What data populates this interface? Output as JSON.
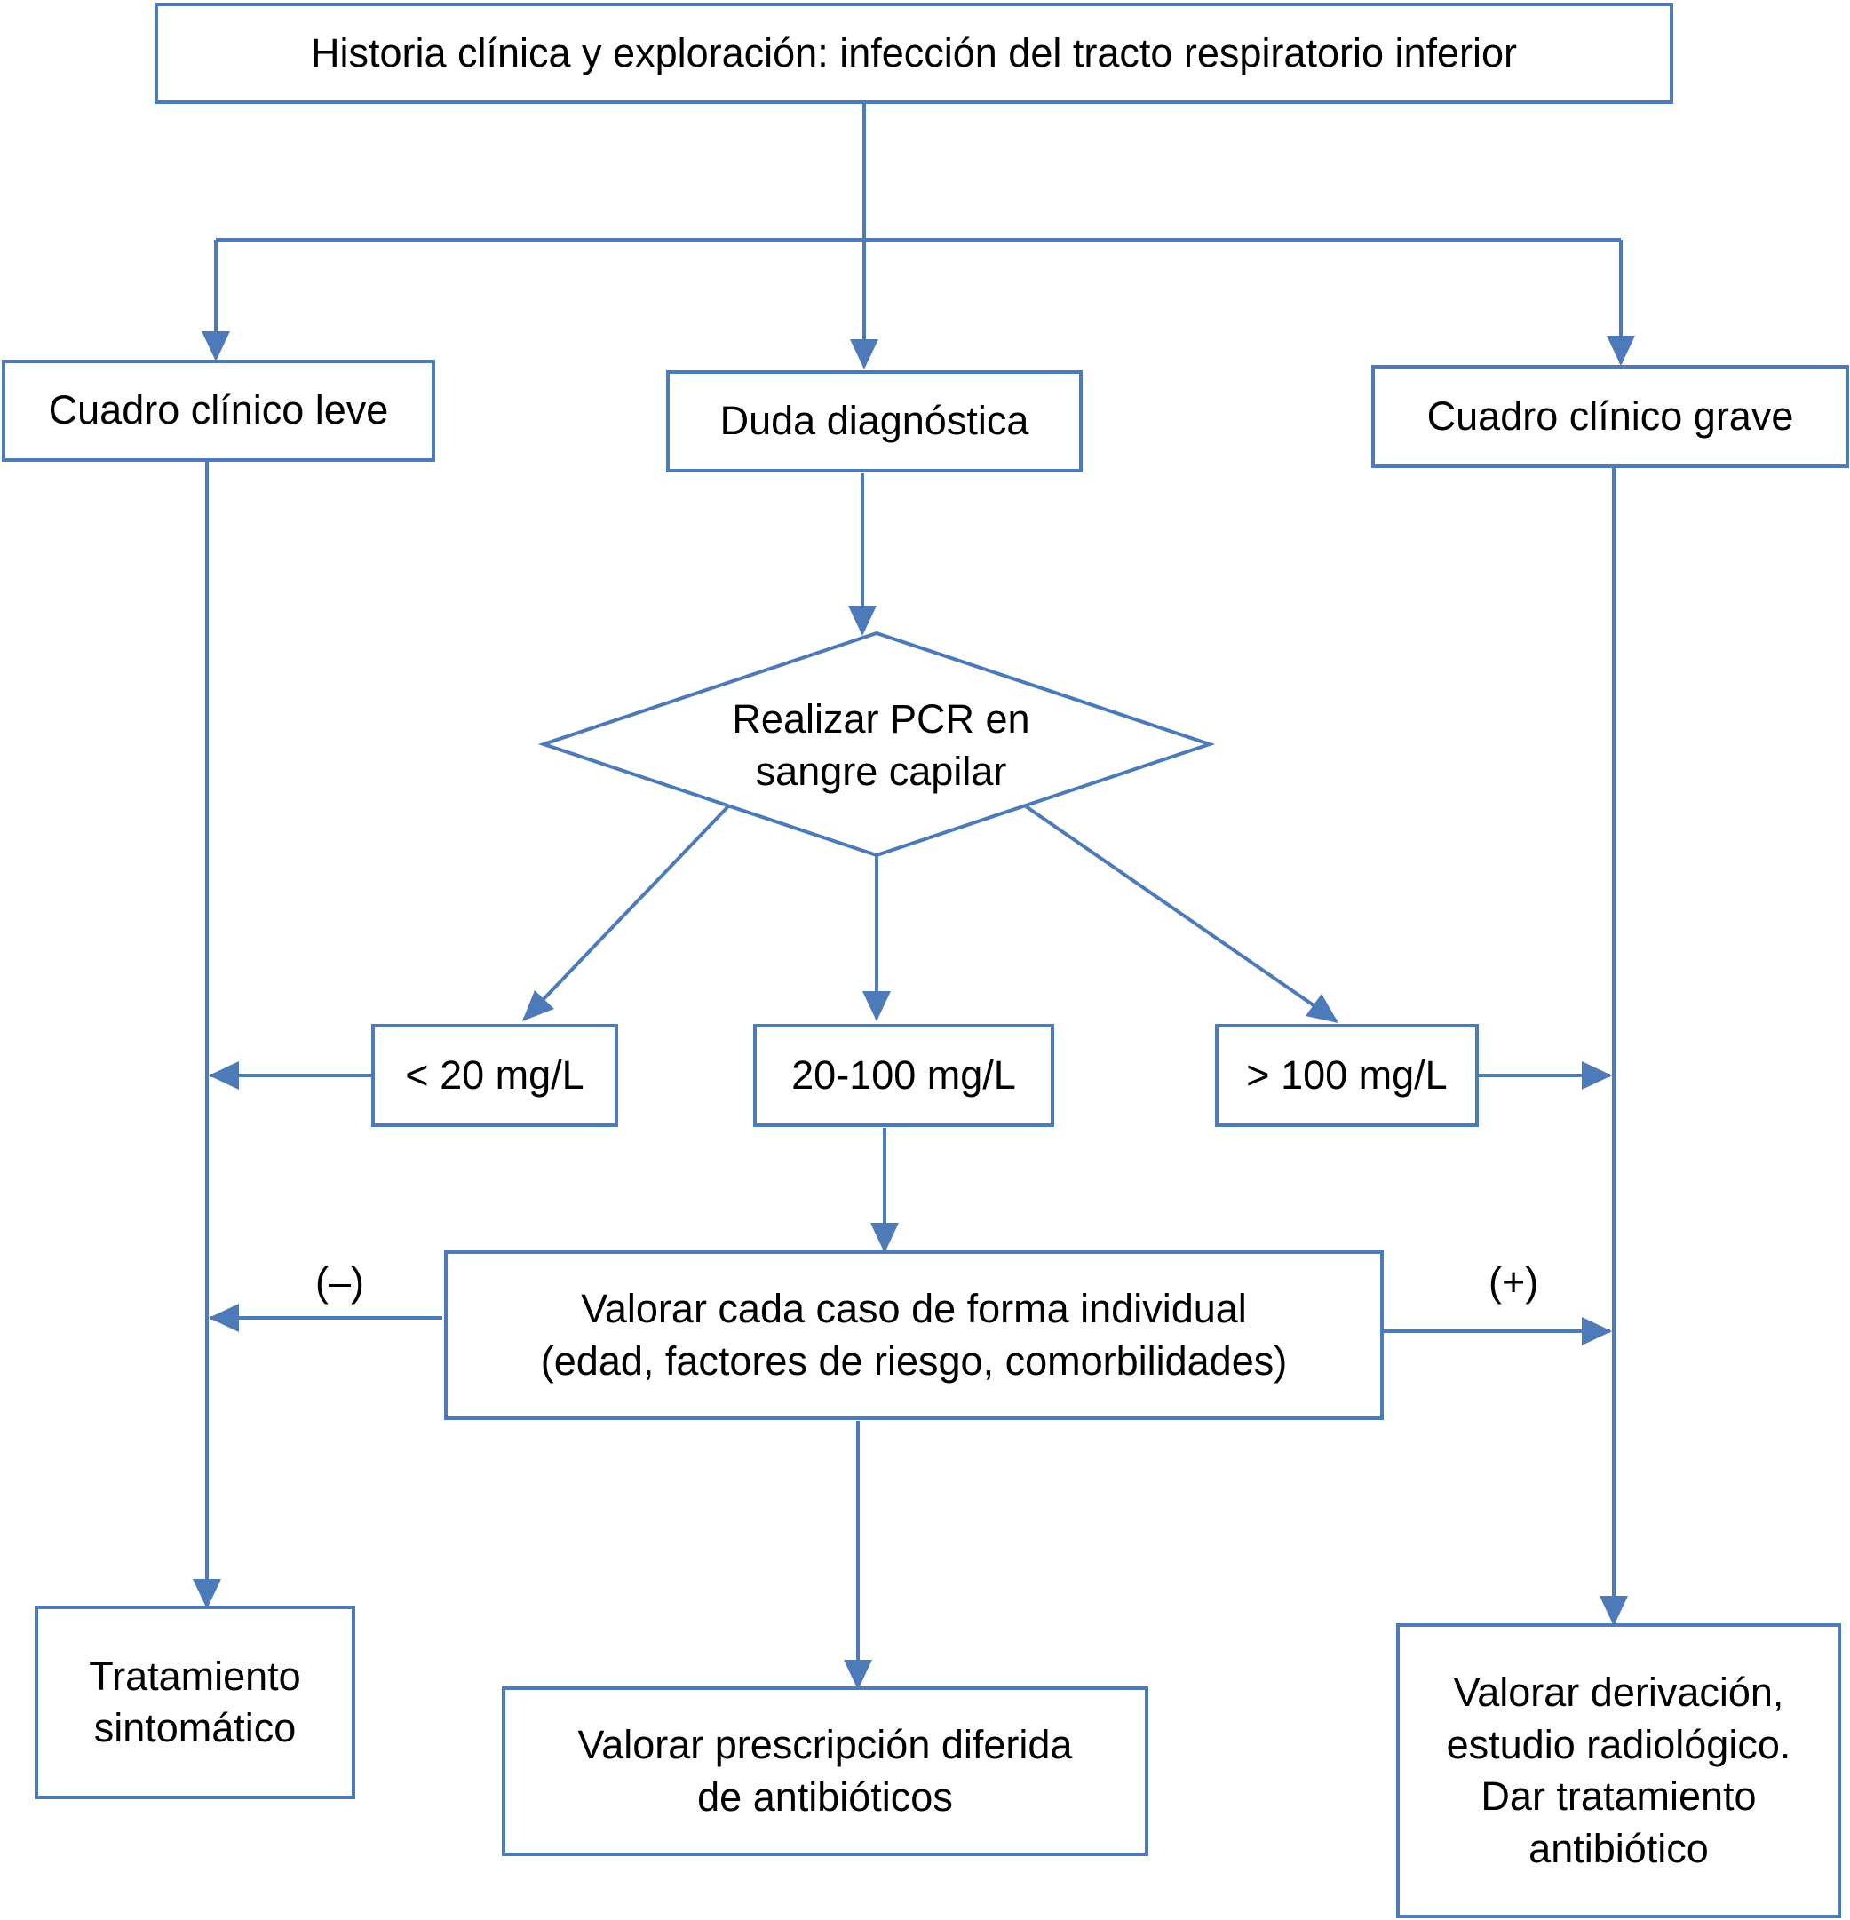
{
  "diagram": {
    "nodes": {
      "history": "Historia clínica y exploración: infección del tracto respiratorio inferior",
      "mild": "Cuadro clínico leve",
      "doubt": "Duda diagnóstica",
      "severe": "Cuadro clínico grave",
      "pcr_line1": "Realizar PCR en",
      "pcr_line2": "sangre capilar",
      "low": "< 20 mg/L",
      "mid": "20-100 mg/L",
      "high": "> 100 mg/L",
      "assess_line1": "Valorar cada caso de forma individual",
      "assess_line2": "(edad, factores de riesgo, comorbilidades)",
      "symptomatic_line1": "Tratamiento",
      "symptomatic_line2": "sintomático",
      "delayed_line1": "Valorar prescripción diferida",
      "delayed_line2": "de antibióticos",
      "referral_line1": "Valorar derivación,",
      "referral_line2": "estudio radiológico.",
      "referral_line3": "Dar tratamiento",
      "referral_line4": "antibiótico"
    },
    "edge_labels": {
      "negative": "(–)",
      "positive": "(+)"
    },
    "colors": {
      "stroke": "#4d7ab8"
    }
  }
}
